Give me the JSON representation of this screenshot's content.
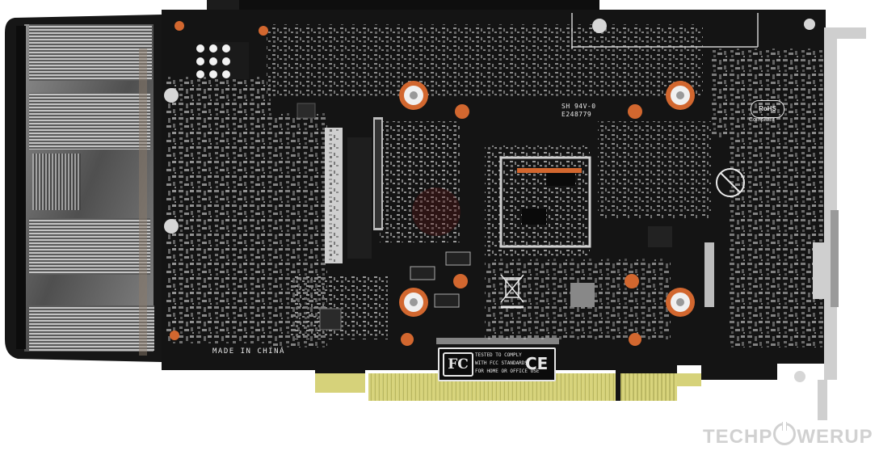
{
  "image": {
    "subject": "graphics card PCB back side",
    "colors": {
      "pcb": "#141414",
      "silkscreen": "#e9e9e9",
      "copper_pad": "#d2672f",
      "pcie_gold": "#d6d27a",
      "bracket": "#cfcfcf",
      "heatsink_fin": "#b9b9b9"
    }
  },
  "silkscreen": {
    "made_in": "MADE IN CHINA",
    "part_line1": "SH 94V-0",
    "part_line2": "E248779"
  },
  "compliance": {
    "fcc_logo": "FC",
    "fcc_line1": "TESTED TO COMPLY",
    "fcc_line2": "WITH FCC STANDARDS",
    "fcc_line3": "FOR HOME OR OFFICE USE",
    "ce": "CE",
    "rohs": "RoHS",
    "rohs_sub": "Compliant"
  },
  "watermark": {
    "left": "TECHP",
    "right": "WERUP"
  }
}
